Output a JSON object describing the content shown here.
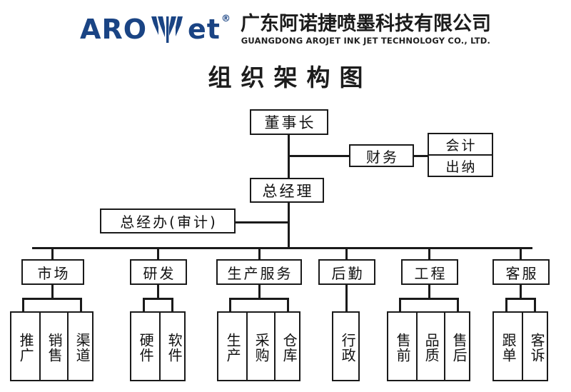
{
  "header": {
    "brand_left": "ARO",
    "brand_right": "et",
    "registered_mark": "®",
    "logo_mark": "arojet-leaf-logo",
    "company_cn": "广东阿诺捷喷墨科技有限公司",
    "company_en": "GUANGDONG AROJET INK JET TECHNOLOGY CO., LTD.",
    "brand_color": "#1a4484"
  },
  "title": "组织架构图",
  "chart": {
    "chairman": "董事长",
    "finance": "财务",
    "finance_children": [
      "会计",
      "出纳"
    ],
    "general_manager": "总经理",
    "gm_office": "总经办(审计)",
    "departments": [
      {
        "name": "市场",
        "children": [
          "推广",
          "销售",
          "渠道"
        ]
      },
      {
        "name": "研发",
        "children": [
          "硬件",
          "软件"
        ]
      },
      {
        "name": "生产服务",
        "children": [
          "生产",
          "采购",
          "仓库"
        ]
      },
      {
        "name": "后勤",
        "children": [
          "行政"
        ]
      },
      {
        "name": "工程",
        "children": [
          "售前",
          "品质",
          "售后"
        ]
      },
      {
        "name": "客服",
        "children": [
          "跟单",
          "客诉"
        ]
      }
    ]
  }
}
